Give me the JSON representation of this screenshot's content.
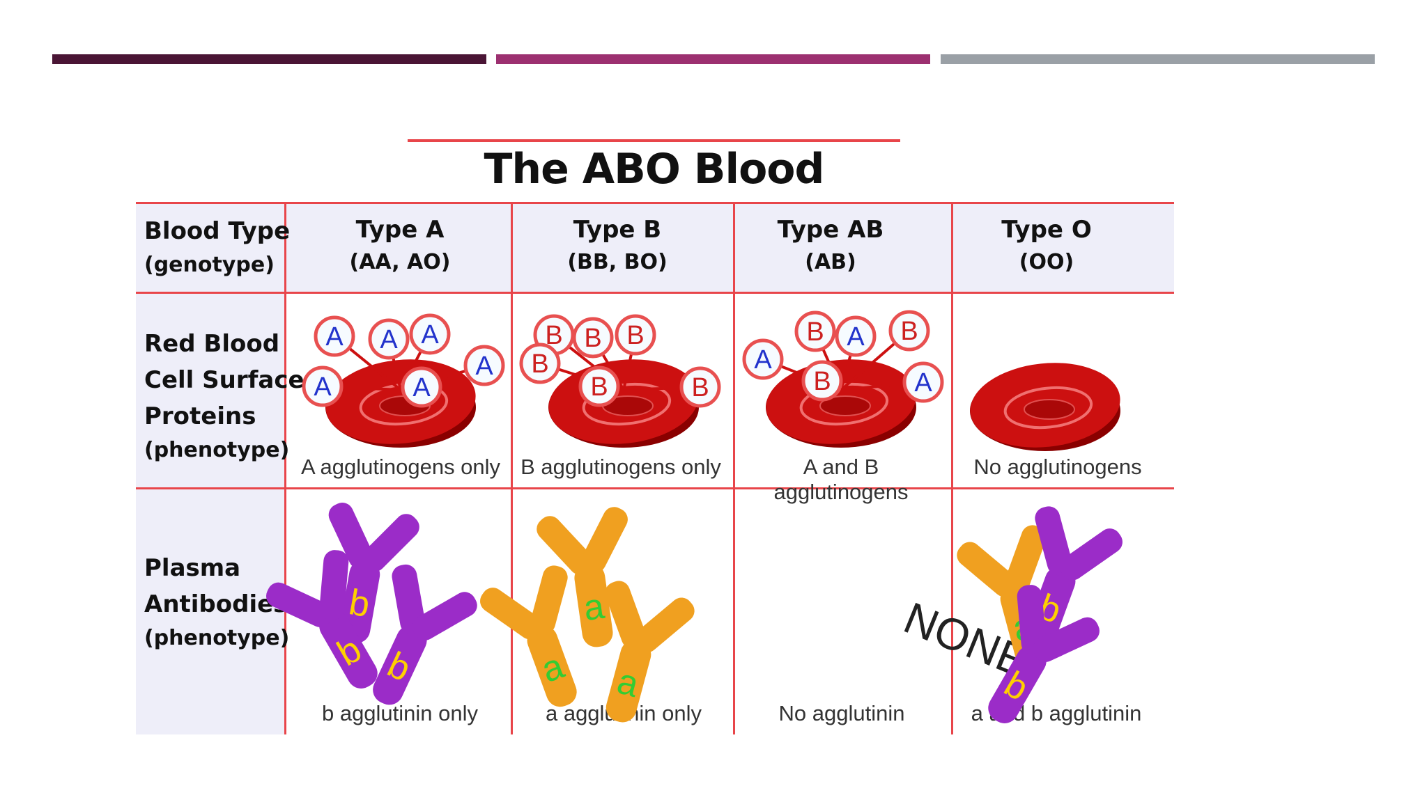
{
  "title": "The ABO Blood System",
  "colors": {
    "bar_dark": "#4a1535",
    "bar_mid": "#9c3070",
    "bar_grey": "#9aa0a6",
    "grid_red": "#e8454a",
    "cell_red": "#cc1010",
    "antibody_purple": "#9b2cc8",
    "antibody_orange": "#f0a020",
    "antigen_blue": "#2233cc"
  },
  "row_labels": {
    "blood_type": {
      "line1": "Blood Type",
      "line2": "(genotype)"
    },
    "surface": {
      "line1": "Red Blood",
      "line2": "Cell Surface",
      "line3": "Proteins",
      "line4": "(phenotype)"
    },
    "plasma": {
      "line1": "Plasma",
      "line2": "Antibodies",
      "line3": "(phenotype)"
    }
  },
  "columns": [
    {
      "name": "Type A",
      "genotype": "(AA, AO)",
      "antigen_caption": "A agglutinogens only",
      "antibody_caption": "b agglutinin only"
    },
    {
      "name": "Type B",
      "genotype": "(BB, BO)",
      "antigen_caption": "B agglutinogens only",
      "antibody_caption": "a agglutinin only"
    },
    {
      "name": "Type AB",
      "genotype": "(AB)",
      "antigen_caption": "A and B agglutinogens",
      "antibody_caption": "No agglutinin"
    },
    {
      "name": "Type O",
      "genotype": "(OO)",
      "antigen_caption": "No agglutinogens",
      "antibody_caption": "a and b agglutinin"
    }
  ],
  "none_label": "NONE.",
  "antigen_letters": {
    "a": "A",
    "b": "B"
  },
  "antibody_letters": {
    "a": "a",
    "b": "b"
  }
}
